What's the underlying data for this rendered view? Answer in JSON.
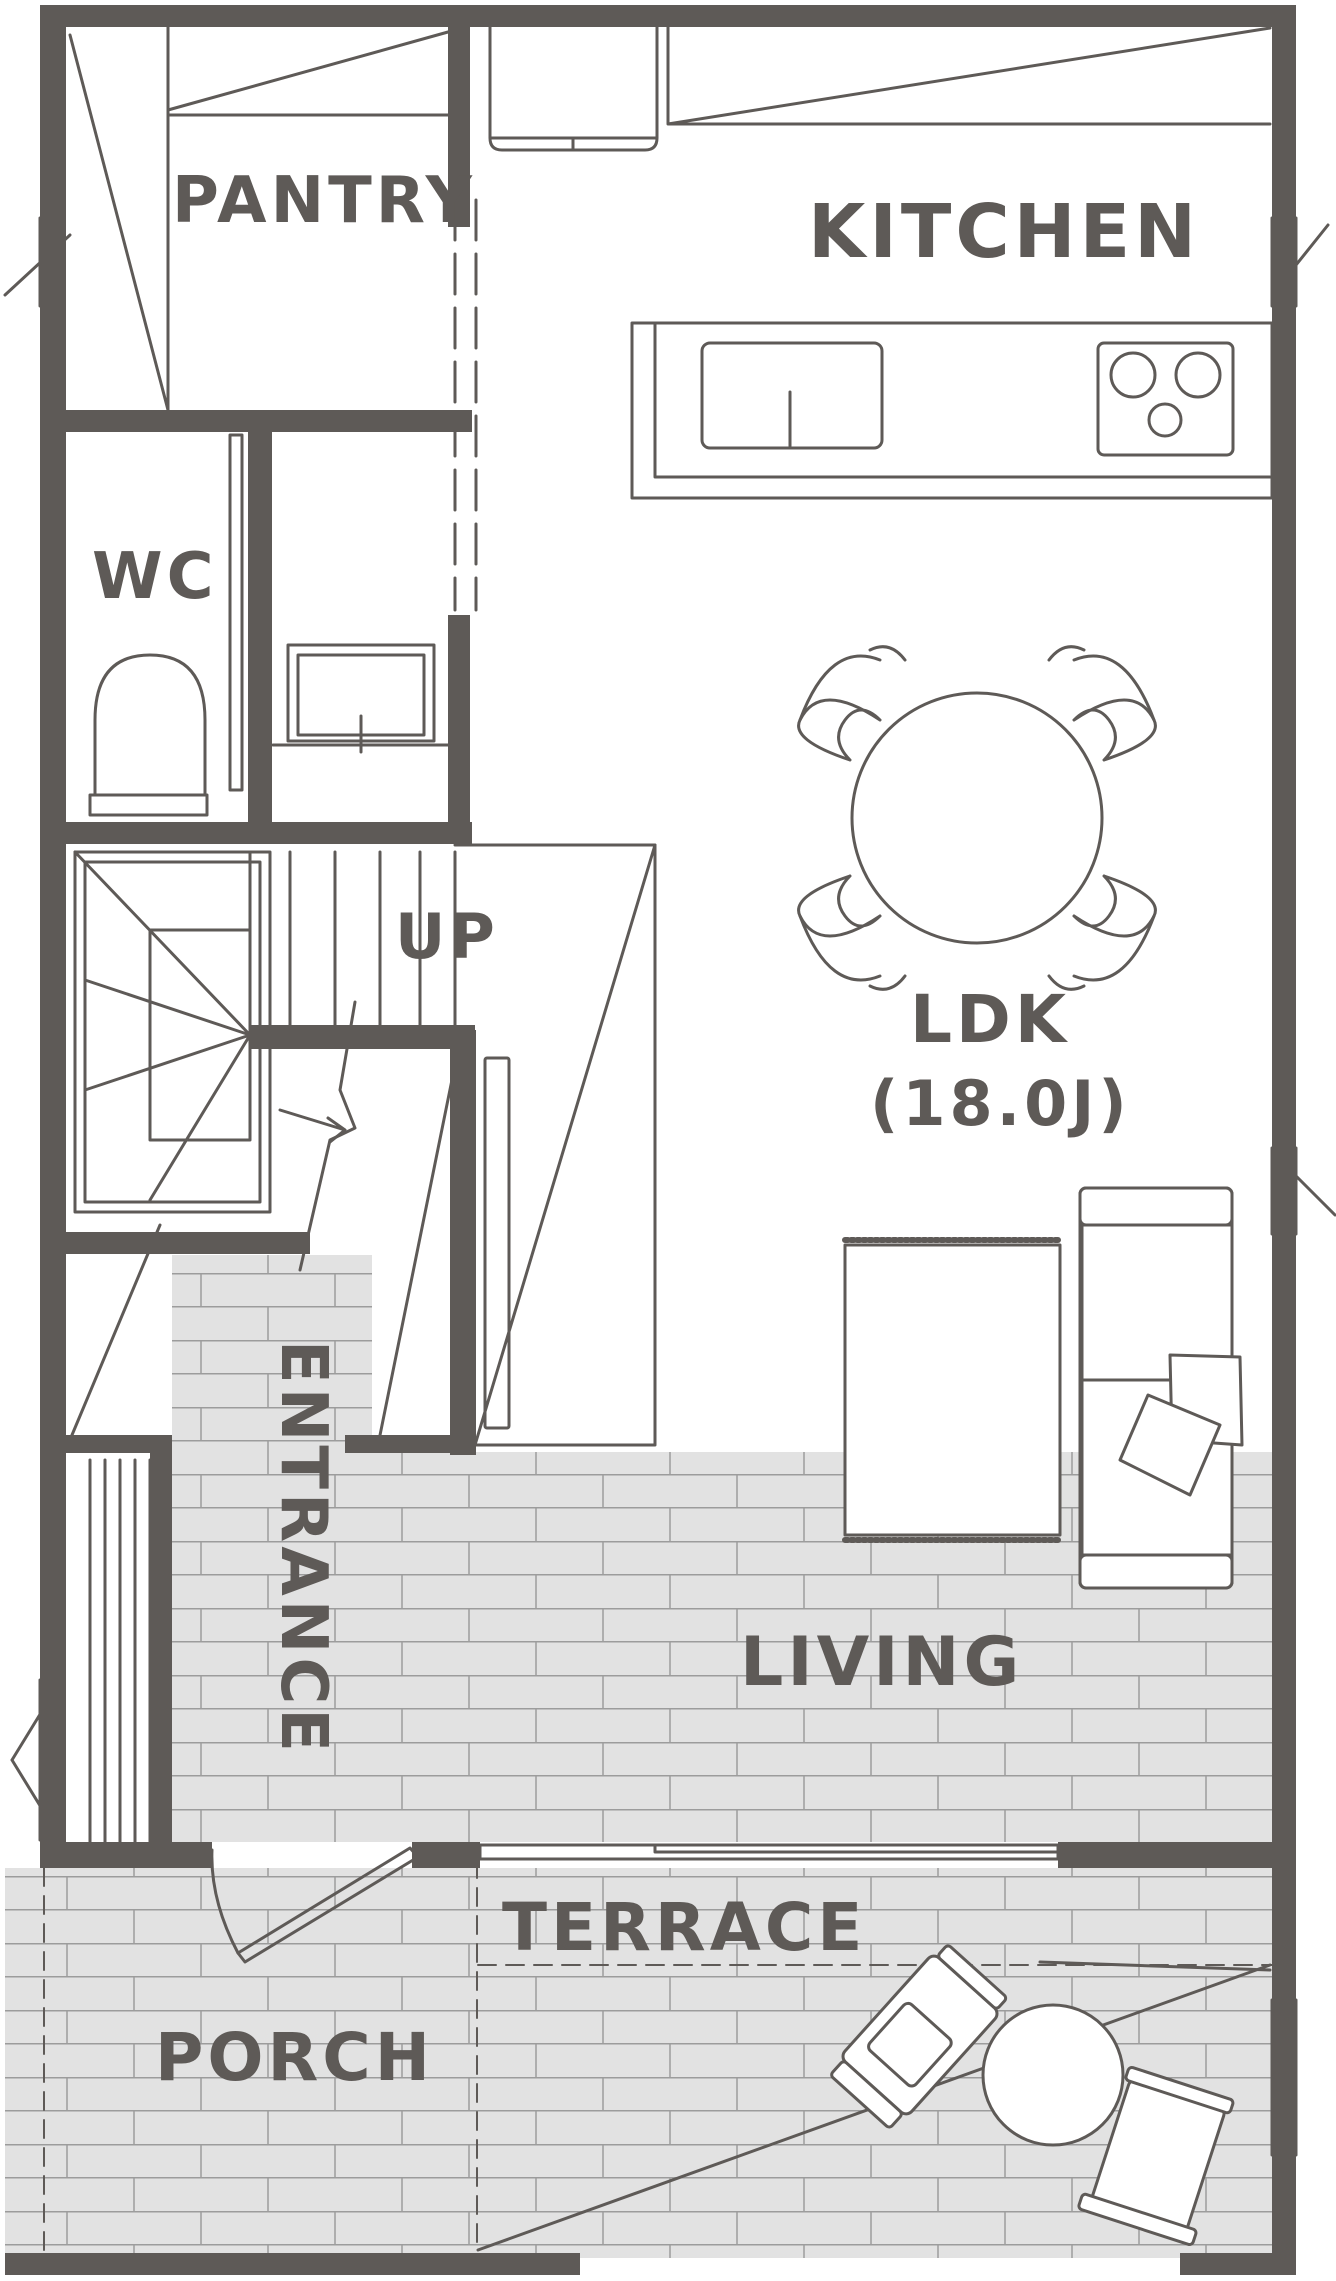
{
  "colors": {
    "wall": "#5e5a57",
    "line": "#5e5a57",
    "tile": "#e2e2e2",
    "tile_line": "#9c9c9c",
    "background": "#ffffff",
    "label": "#5e5a57"
  },
  "rooms": {
    "pantry": "PANTRY",
    "kitchen": "KITCHEN",
    "wc": "WC",
    "up": "UP",
    "ldk": "LDK",
    "ldk_area": "(18.0J)",
    "entrance": "ENTRANCE",
    "living": "LIVING",
    "terrace": "TERRACE",
    "porch": "PORCH"
  },
  "icons": {
    "toilet": "toilet-icon",
    "sink": "sink-icon",
    "stove": "stove-icon",
    "table": "dining-table-icon",
    "sofa": "sofa-icon",
    "rug": "rug-icon",
    "lounge_chair": "lounge-chair-icon"
  }
}
